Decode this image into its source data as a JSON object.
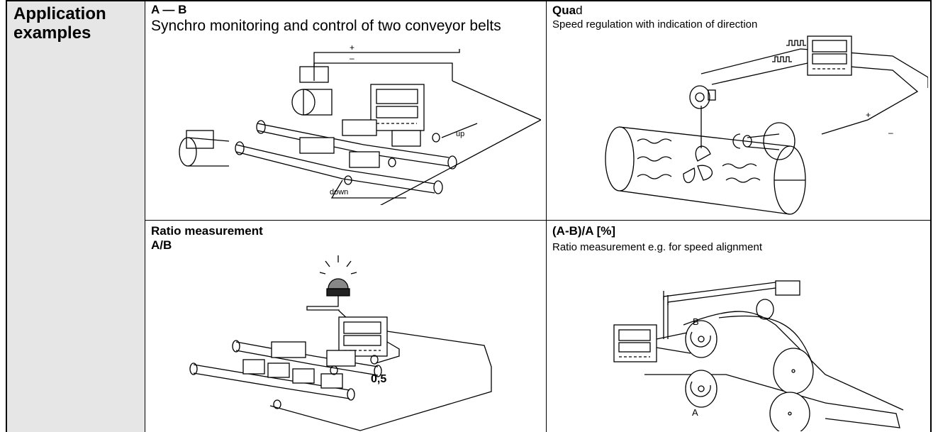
{
  "sidebar": {
    "title_line1": "Application",
    "title_line2": "examples"
  },
  "examples": [
    {
      "heading": "A — B",
      "description": "Synchro monitoring and control of two conveyor belts",
      "diagram_labels": {
        "up": "up",
        "down": "down",
        "plus": "+",
        "minus": "–"
      },
      "display_icon": "counter-display-icon"
    },
    {
      "heading_bold": "Qua",
      "heading_rest": "d",
      "description": "Speed regulation with indication of direction",
      "diagram_labels": {
        "plus": "+",
        "minus": "–"
      },
      "display_icon": "counter-display-icon"
    },
    {
      "heading_line1": "Ratio measurement",
      "heading_line2": "A/B",
      "diagram_labels": {
        "value": "0,5"
      },
      "display_icon": "counter-display-icon"
    },
    {
      "heading": "(A-B)/A [%]",
      "description": "Ratio measurement e.g. for speed alignment",
      "diagram_labels": {
        "a": "A",
        "b": "B"
      },
      "display_icon": "counter-display-icon"
    }
  ]
}
